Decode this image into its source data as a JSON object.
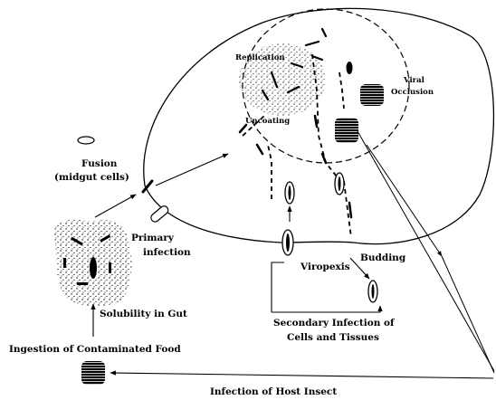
{
  "labels": {
    "replication": "Replication",
    "viral_occlusion_1": "Viral",
    "viral_occlusion_2": "Occlusion",
    "uncoating": "Uncoating",
    "fusion_1": "Fusion",
    "fusion_2": "(midgut cells)",
    "primary_infection_1": "Primary",
    "primary_infection_2": "infection",
    "solubility": "Solubility in Gut",
    "ingestion": "Ingestion of Contaminated Food",
    "infection_host": "Infection of Host Insect",
    "viropexis": "Viropexis",
    "budding": "Budding",
    "secondary_1": "Secondary Infection of",
    "secondary_2": "Cells and Tissues"
  }
}
